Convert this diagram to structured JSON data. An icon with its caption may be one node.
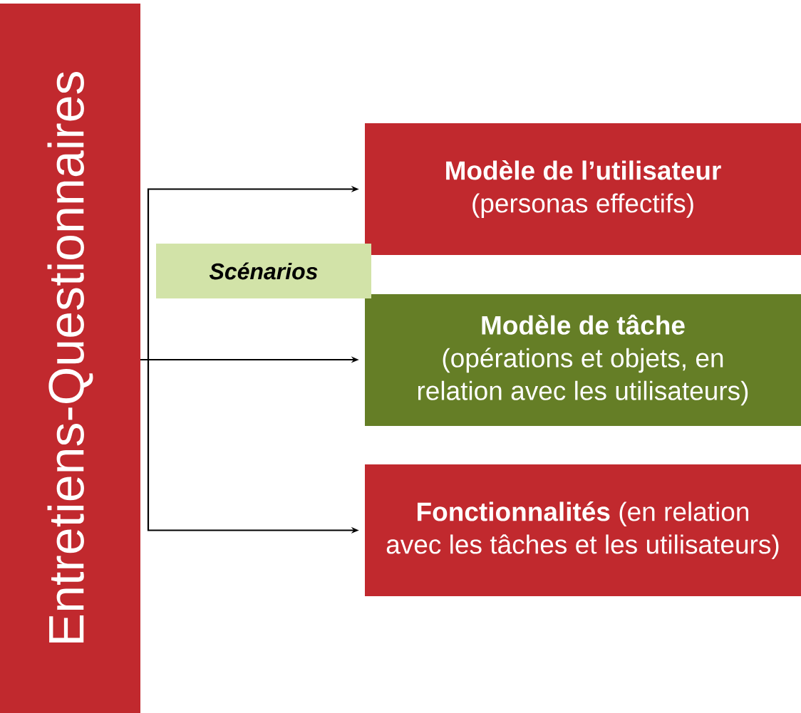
{
  "diagram": {
    "nodes": [
      {
        "text": [
          "Entretiens-Questionnaires"
        ]
      },
      {
        "text": [
          "Scénarios"
        ]
      },
      {
        "text": [
          "Modèle de l’utilisateur",
          "(personas effectifs)"
        ]
      },
      {
        "text": [
          "Modèle de tâche",
          "(opérations et objets, en relation avec les utilisateurs)"
        ]
      },
      {
        "text": [
          "**Fonctionnalités** (en relation avec les tâches et les utilisateurs)"
        ]
      }
    ],
    "edges": [
      {
        "from": 0,
        "to": 2,
        "arrow": "to"
      },
      {
        "from": 0,
        "to": 3,
        "arrow": "to"
      },
      {
        "from": 0,
        "to": 4,
        "arrow": "to"
      }
    ]
  }
}
